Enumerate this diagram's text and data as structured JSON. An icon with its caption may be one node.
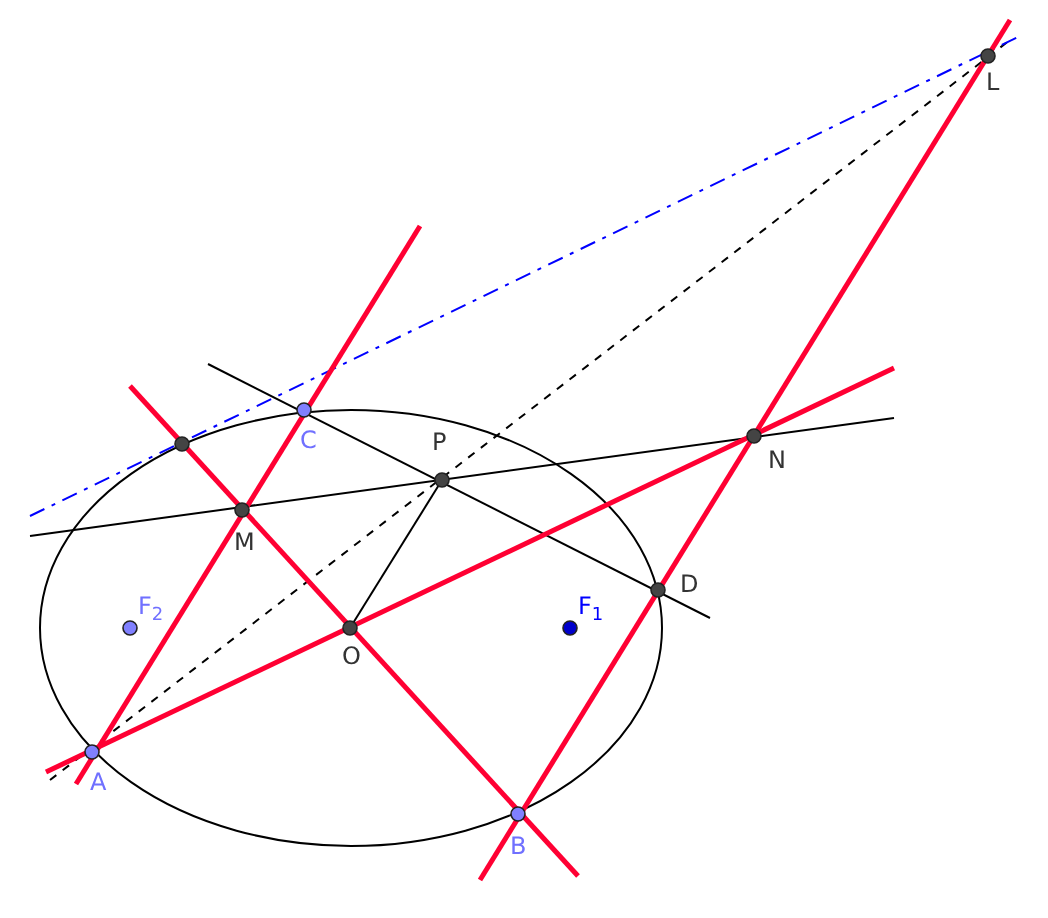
{
  "diagram": {
    "labels": [
      "L",
      "C",
      "P",
      "N",
      "M",
      "F$_{2}$",
      "F$_{1}$",
      "D",
      "O",
      "A",
      "B"
    ]
  }
}
